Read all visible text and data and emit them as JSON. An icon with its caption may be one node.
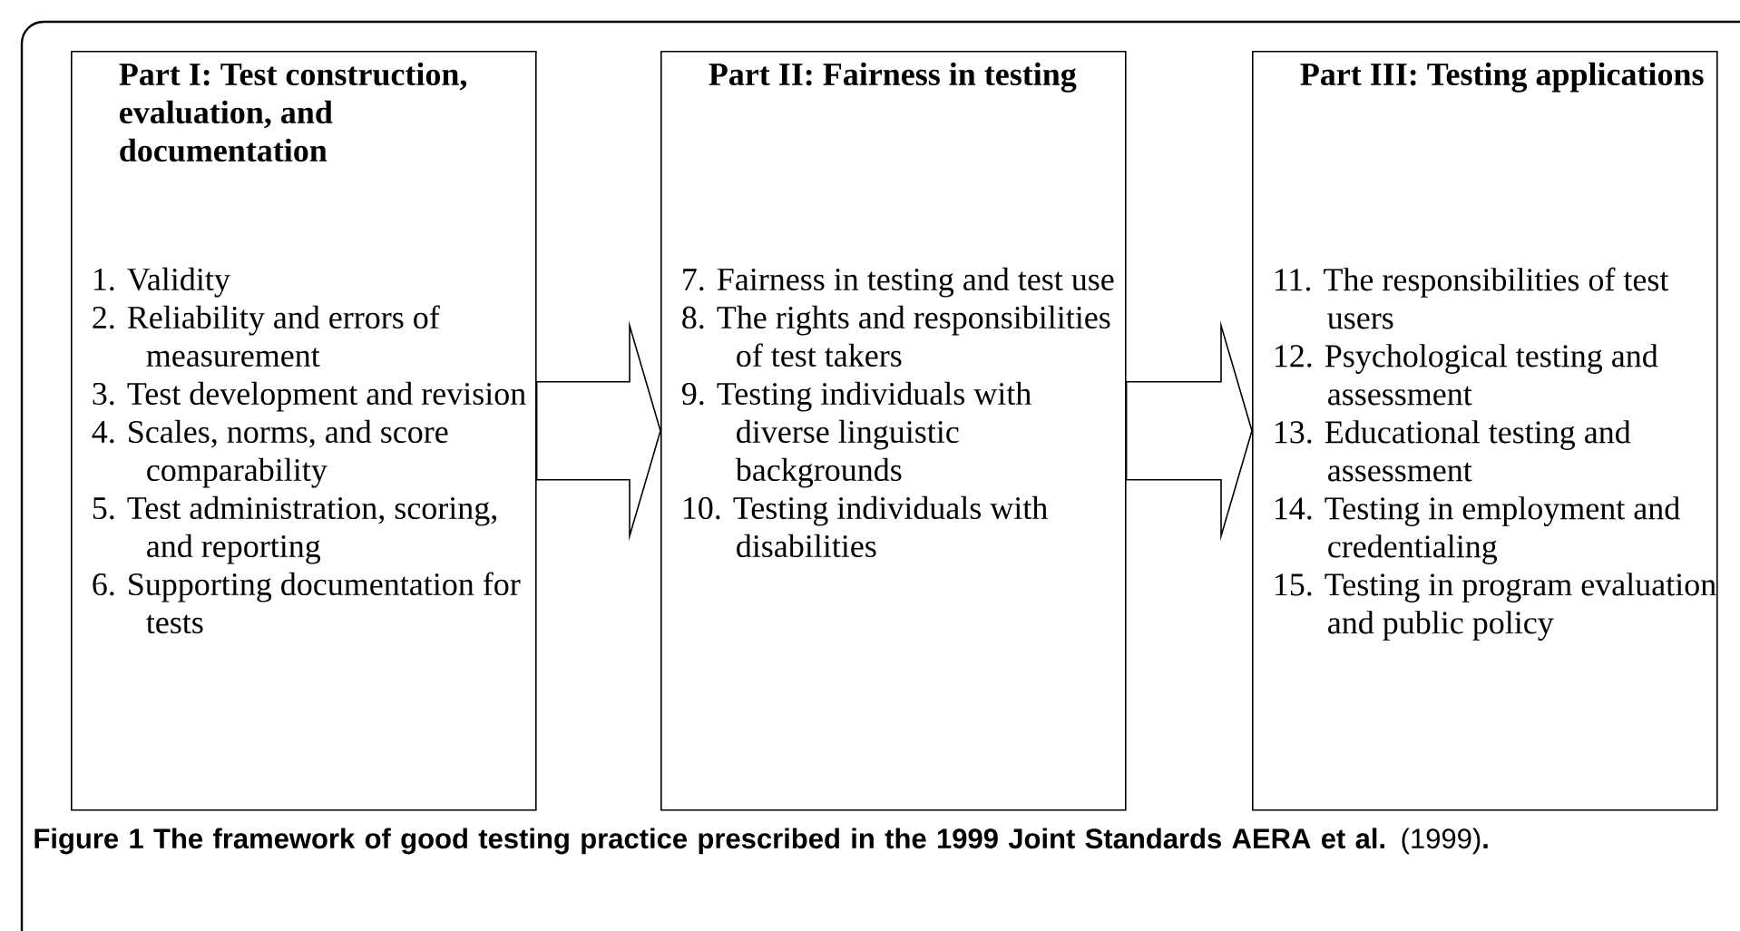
{
  "diagram": {
    "caption": "**Figure 1 The framework of good testing practice prescribed in the 1999 Joint Standards AERA et al.** (1999)**.**",
    "nodes": [
      {
        "text": [
          "Part I: Test construction, evaluation, and documentation",
          "1. Validity",
          "2. Reliability and errors of measurement",
          "3. Test development and revision",
          "4. Scales, norms, and score comparability",
          "5. Test administration, scoring, and reporting",
          "6. Supporting documentation for tests"
        ]
      },
      {
        "text": [
          "Part II: Fairness in testing",
          "7. Fairness in testing and test use",
          "8. The rights and responsibilities of test takers",
          "9. Testing individuals with diverse linguistic backgrounds",
          "10. Testing individuals with disabilities"
        ]
      },
      {
        "text": [
          "Part III: Testing applications",
          "11. The responsibilities of test users",
          "12. Psychological testing and assessment",
          "13. Educational testing and assessment",
          "14. Testing in employment and credentialing",
          "15. Testing in program evaluation and public policy"
        ]
      }
    ],
    "edges": [
      {
        "from": 0,
        "to": 1,
        "arrow": "to"
      },
      {
        "from": 1,
        "to": 2,
        "arrow": "to"
      }
    ]
  }
}
